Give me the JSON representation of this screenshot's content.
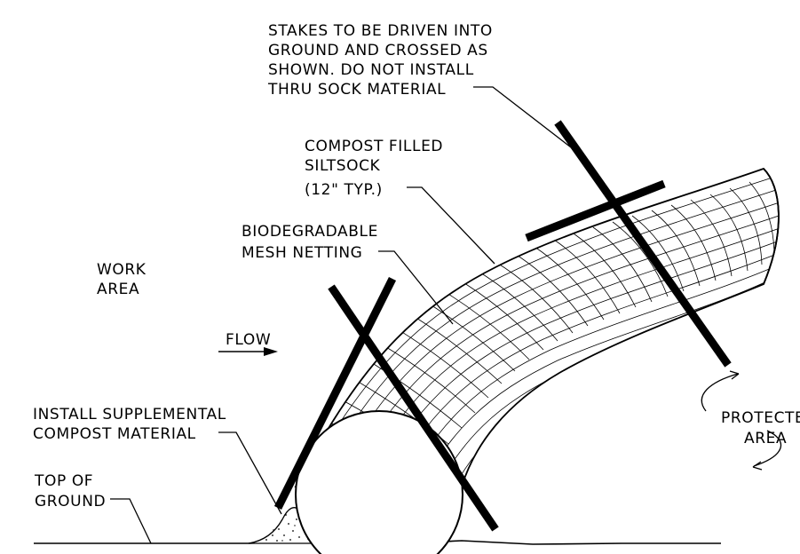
{
  "labels": {
    "stakes_line1": "STAKES TO BE DRIVEN INTO",
    "stakes_line2": "GROUND AND CROSSED AS",
    "stakes_line3": "SHOWN. DO NOT INSTALL",
    "stakes_line4": "THRU SOCK MATERIAL",
    "compost_line1": "COMPOST FILLED",
    "compost_line2": "SILTSOCK",
    "compost_line3": "(12\" TYP.)",
    "mesh_line1": "BIODEGRADABLE",
    "mesh_line2": "MESH NETTING",
    "work_line1": "WORK",
    "work_line2": "AREA",
    "flow": "FLOW",
    "supp_line1": "INSTALL SUPPLEMENTAL",
    "supp_line2": "COMPOST MATERIAL",
    "ground_line1": "TOP OF",
    "ground_line2": "GROUND",
    "protected_line1": "PROTECTE",
    "protected_line2": "AREA"
  },
  "colors": {
    "ink": "#000000",
    "paper": "#ffffff"
  }
}
